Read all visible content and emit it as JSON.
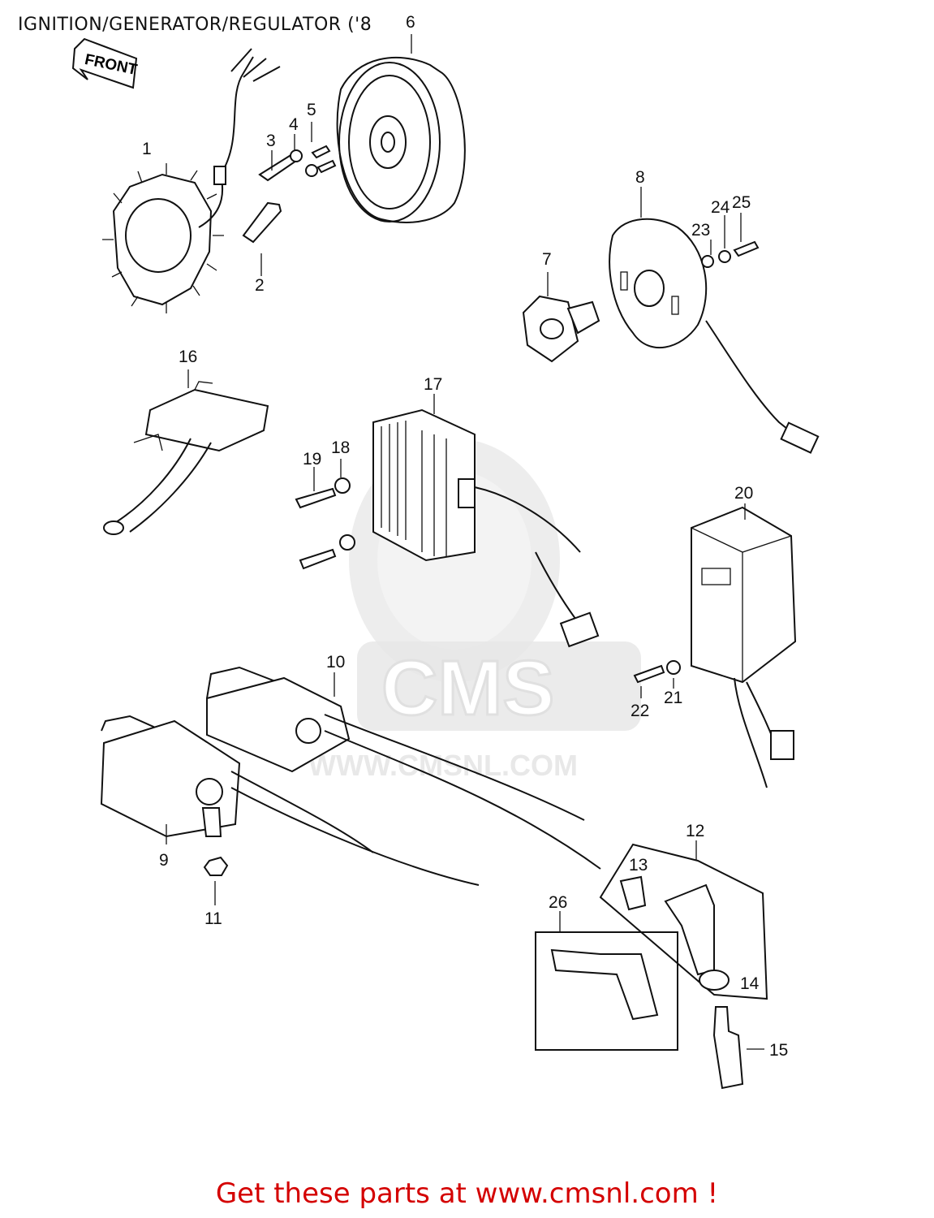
{
  "title": "IGNITION/GENERATOR/REGULATOR ('8",
  "front_label": "FRONT",
  "watermark": {
    "brand": "CMS",
    "url": "WWW.CMSNL.COM"
  },
  "footer": "Get these parts at www.cmsnl.com !",
  "callouts": [
    "1",
    "2",
    "3",
    "4",
    "5",
    "6",
    "7",
    "8",
    "9",
    "10",
    "11",
    "12",
    "13",
    "14",
    "15",
    "16",
    "17",
    "18",
    "19",
    "20",
    "21",
    "22",
    "23",
    "24",
    "25",
    "26"
  ]
}
